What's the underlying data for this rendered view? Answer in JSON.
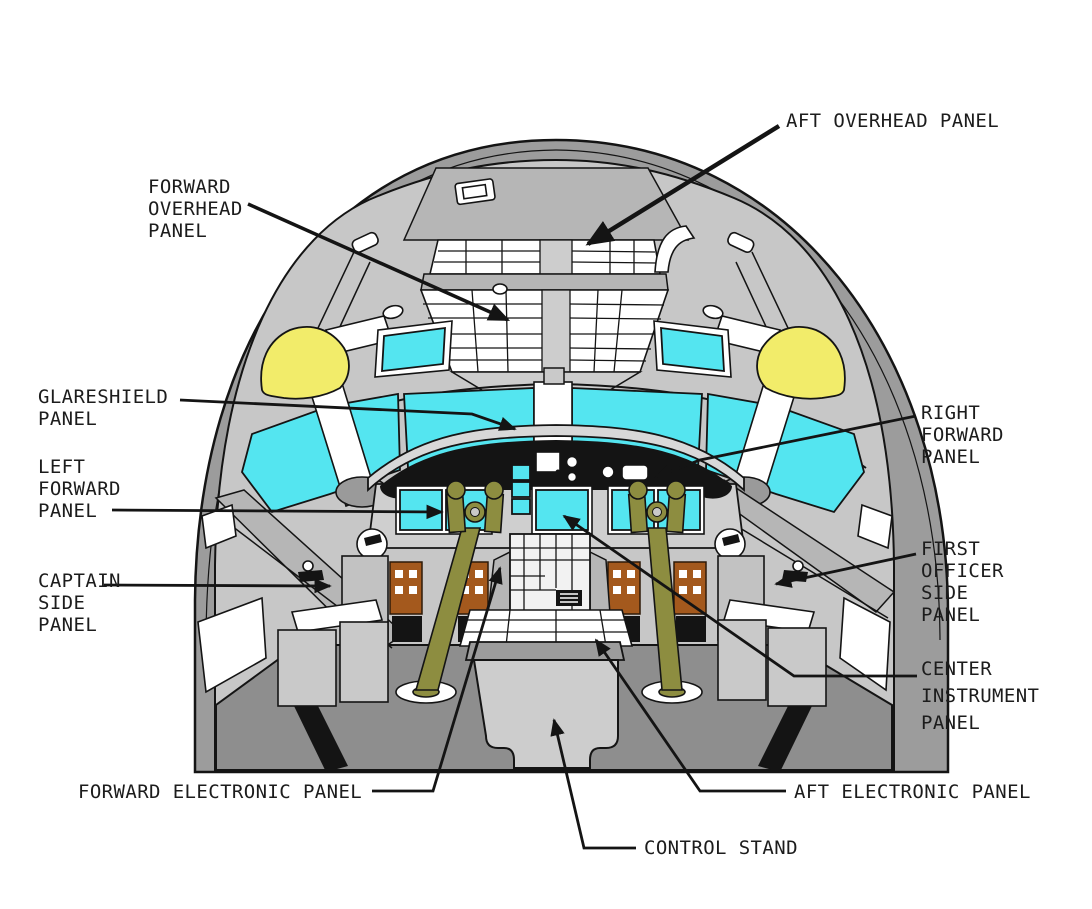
{
  "colors": {
    "window_cyan": "#54E5F0",
    "grip_yellow": "#F2EC6A",
    "column_olive": "#8D8D40",
    "console_brown": "#A4591D",
    "shell_gray": "#9C9C9C",
    "interior_gray": "#C7C7C7",
    "floor_gray": "#8E8E8E",
    "panel_gray": "#CFCFCF",
    "ink": "#141414"
  },
  "labels": {
    "aft_overhead": "AFT OVERHEAD PANEL",
    "forward_overhead": "FORWARD\nOVERHEAD\nPANEL",
    "glareshield": "GLARESHIELD\nPANEL",
    "left_forward": "LEFT\nFORWARD\nPANEL",
    "captain_side": "CAPTAIN\nSIDE\nPANEL",
    "right_forward": "RIGHT\nFORWARD\nPANEL",
    "first_officer_side": "FIRST\nOFFICER\nSIDE\nPANEL",
    "center_instrument": "CENTER\nINSTRUMENT\nPANEL",
    "forward_electronic": "FORWARD ELECTRONIC PANEL",
    "aft_electronic": "AFT ELECTRONIC PANEL",
    "control_stand": "CONTROL STAND"
  }
}
